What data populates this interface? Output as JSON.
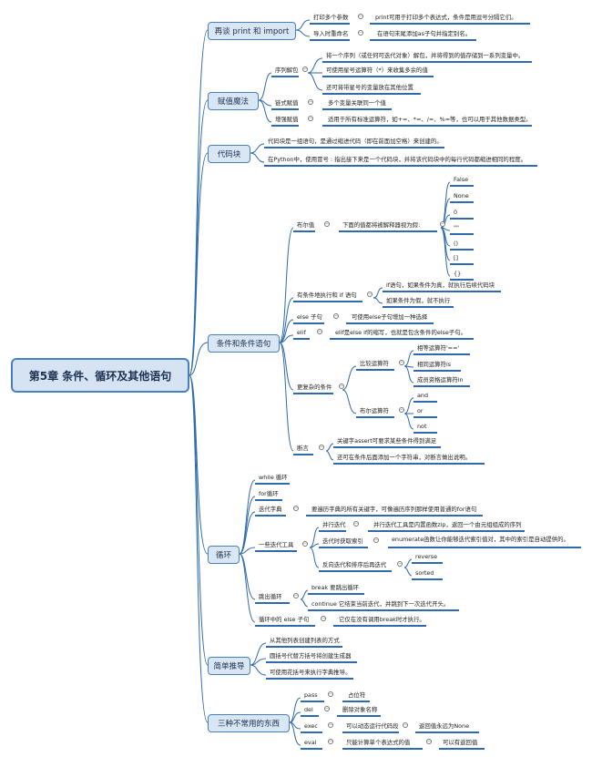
{
  "root": "第5章 条件、循环及其他语句",
  "sec_print": "再谈 print 和 import",
  "p1": "打印多个参数",
  "p1d": "print可用于打印多个表达式，条件是用逗号分隔它们。",
  "p2": "导入时重命名",
  "p2d": "在语句末尾添加as子句并指定别名。",
  "sec_assign": "赋值魔法",
  "a1": "序列解包",
  "a1d1": "将一个序列（或任何可迭代对象）解包，并将得到的值存储到一系列变量中。",
  "a1d2": "可使用星号运算符（*）来收集多余的值",
  "a1d3": "还可将带星号的变量放在其他位置",
  "a2": "链式赋值",
  "a2d": "多个变量关联同一个值",
  "a3": "增强赋值",
  "a3d": "适用于所有标准运算符，如+=、*=、/=、%=等，也可以用于其他数据类型。",
  "sec_block": "代码块",
  "b1": "代码块是一组语句，是通过缩进代码（即在前面加空格）来创建的。",
  "b2": "在Python中，使用冒号 : 指出接下来是一个代码块，并将该代码块中的每行代码都缩进相同的程度。",
  "sec_cond": "条件和条件语句",
  "c_bool": "布尔值",
  "c_bool_d": "下面的值都将被解释器视为假:",
  "falsy": [
    "False",
    "None",
    "0",
    "\"\"",
    "()",
    "[]",
    "{}"
  ],
  "c_if": "有条件地执行和 if 语句",
  "c_if1": "if语句，如果条件为真，就执行后续代码块",
  "c_if2": "如果条件为假，就不执行",
  "c_else": "else 子句",
  "c_else_d": "可使用else子句增加一种选择",
  "c_elif": "elif",
  "c_elif_d": "elif是else if的缩写，也就是包含条件的else子句。",
  "c_complex": "更复杂的条件",
  "c_cmp": "比较运算符",
  "c_cmp1": "相等运算符'=='",
  "c_cmp2": "相同运算符is",
  "c_cmp3": "成员资格运算符in",
  "c_boolop": "布尔运算符",
  "c_and": "and",
  "c_or": "or",
  "c_not": "not",
  "c_assert": "断言",
  "c_assert1": "关键字assert可要求某些条件得到满足",
  "c_assert2": "还可在条件后面添加一个字符串，对断言做出说明。",
  "sec_loop": "循环",
  "l1": "while 循环",
  "l2": "for循环",
  "l3": "迭代字典",
  "l3d": "要遍历字典的所有关键字，可像遍历序列那样使用普通的for语句",
  "l4": "一些迭代工具",
  "l4a": "并行迭代",
  "l4ad": "并行迭代工具是内置函数zip，返回一个由元组组成的序列",
  "l4b": "迭代时获取索引",
  "l4bd": "enumerate函数让你能够迭代索引值对，其中的索引是自动提供的。",
  "l4c": "反向迭代和排序后再迭代",
  "l4c1": "reverse",
  "l4c2": "sorted",
  "l5": "跳出循环",
  "l5a": "break 要跳出循环",
  "l5b": "continue 它结束当前迭代，并跳到下一次迭代开头。",
  "l6": "循环中的 else 子句",
  "l6d": "它仅在没有调用break时才执行。",
  "sec_comp": "简单推导",
  "s1": "从其他列表创建列表的方式",
  "s2": "圆括号代替方括号将创建生成器",
  "s3": "可使用花括号来执行字典推导。",
  "sec_rare": "三种不常用的东西",
  "r1": "pass",
  "r1d": "占位符",
  "r2": "del",
  "r2d": "删除对象名称",
  "r3": "exec",
  "r3d1": "可以动态运行代码段",
  "r3d2": "返回值永远为None",
  "r4": "eval",
  "r4d1": "只能计算单个表达式的值",
  "r4d2": "可以有返回值",
  "colors": {
    "line": "#2e6aad",
    "box_fill": "#d9e6f4",
    "box_border": "#4a7fbd"
  }
}
